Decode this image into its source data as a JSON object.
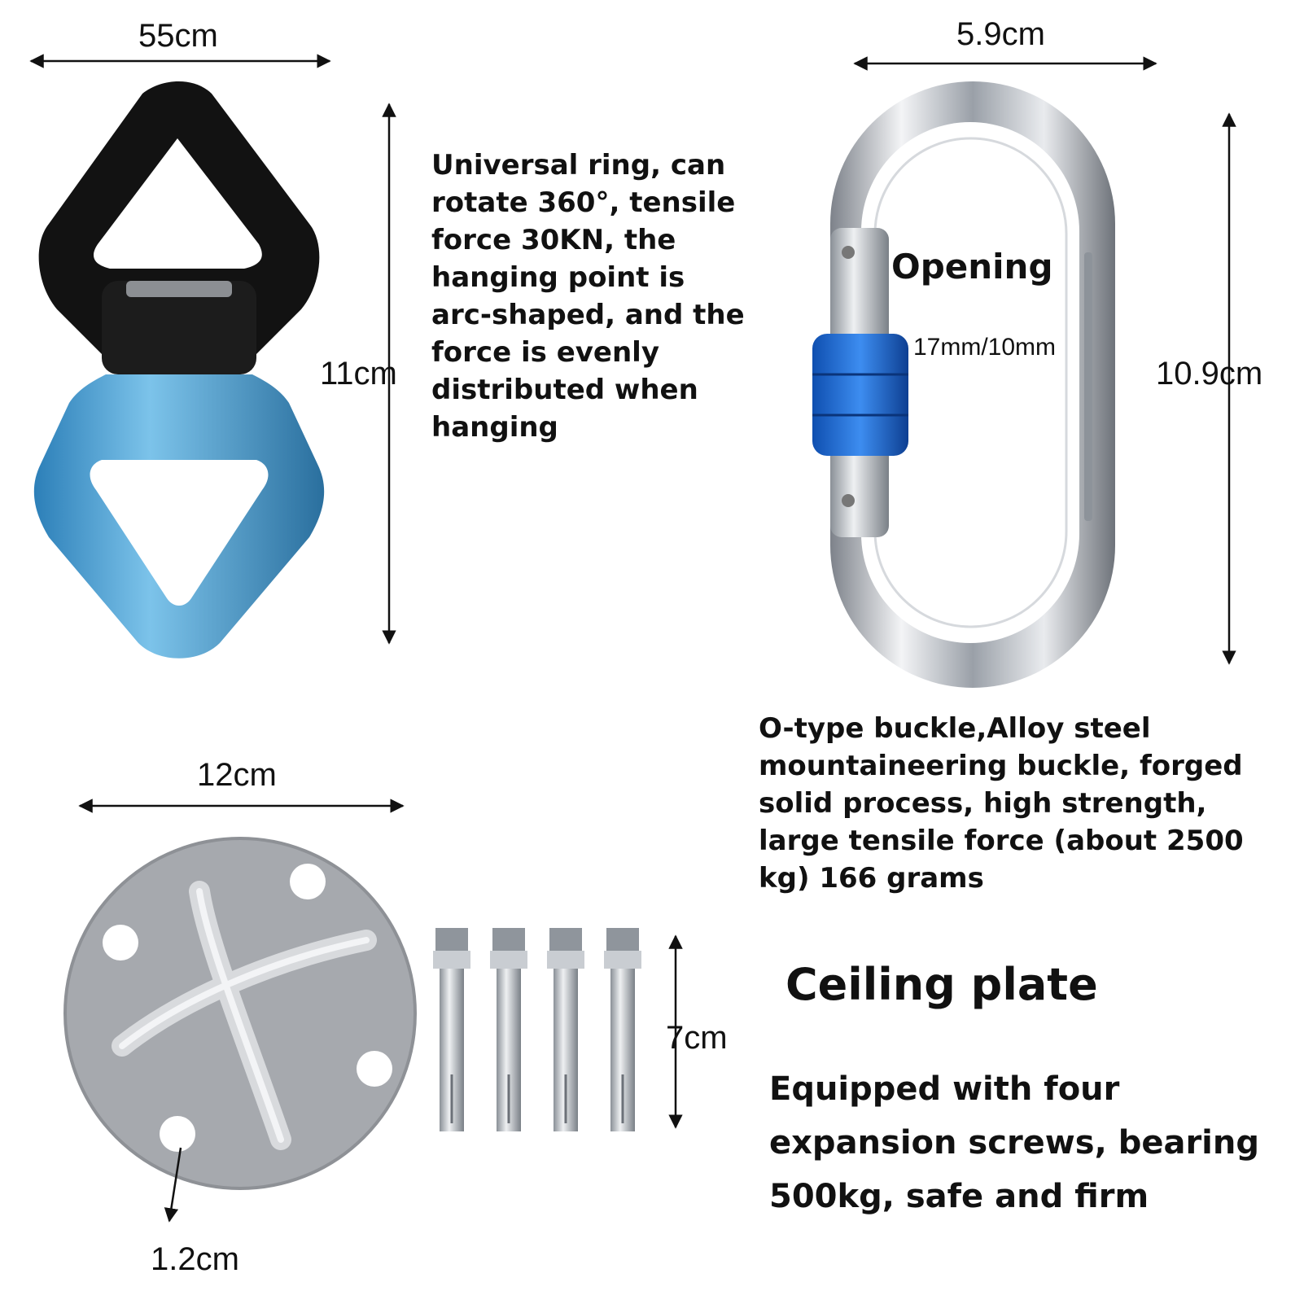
{
  "swivel": {
    "width_label": "55cm",
    "height_label": "11cm",
    "description": "Universal ring, can\nrotate 360°, tensile\nforce 30KN,  the\nhanging point is\narc-shaped, and the\nforce is evenly\ndistributed when\nhanging"
  },
  "carabiner": {
    "width_label": "5.9cm",
    "height_label": "10.9cm",
    "opening_label": "Opening",
    "gate_label": "17mm/10mm",
    "description": "O-type buckle,Alloy steel\nmountaineering buckle, forged\nsolid process, high strength,\nlarge tensile force (about 2500\nkg) 166 grams"
  },
  "ceiling_plate": {
    "width_label": "12cm",
    "thickness_label": "1.2cm",
    "screw_length_label": "7cm",
    "heading": "Ceiling plate",
    "description": "Equipped with four\nexpansion screws, bearing\n500kg, safe and firm"
  },
  "colors": {
    "swivel_black": "#121212",
    "swivel_blue": "#4aa3d6",
    "chrome": "#c8ccd2",
    "gate_blue": "#1f6fd6",
    "plate_gray": "#a6a9ae"
  }
}
